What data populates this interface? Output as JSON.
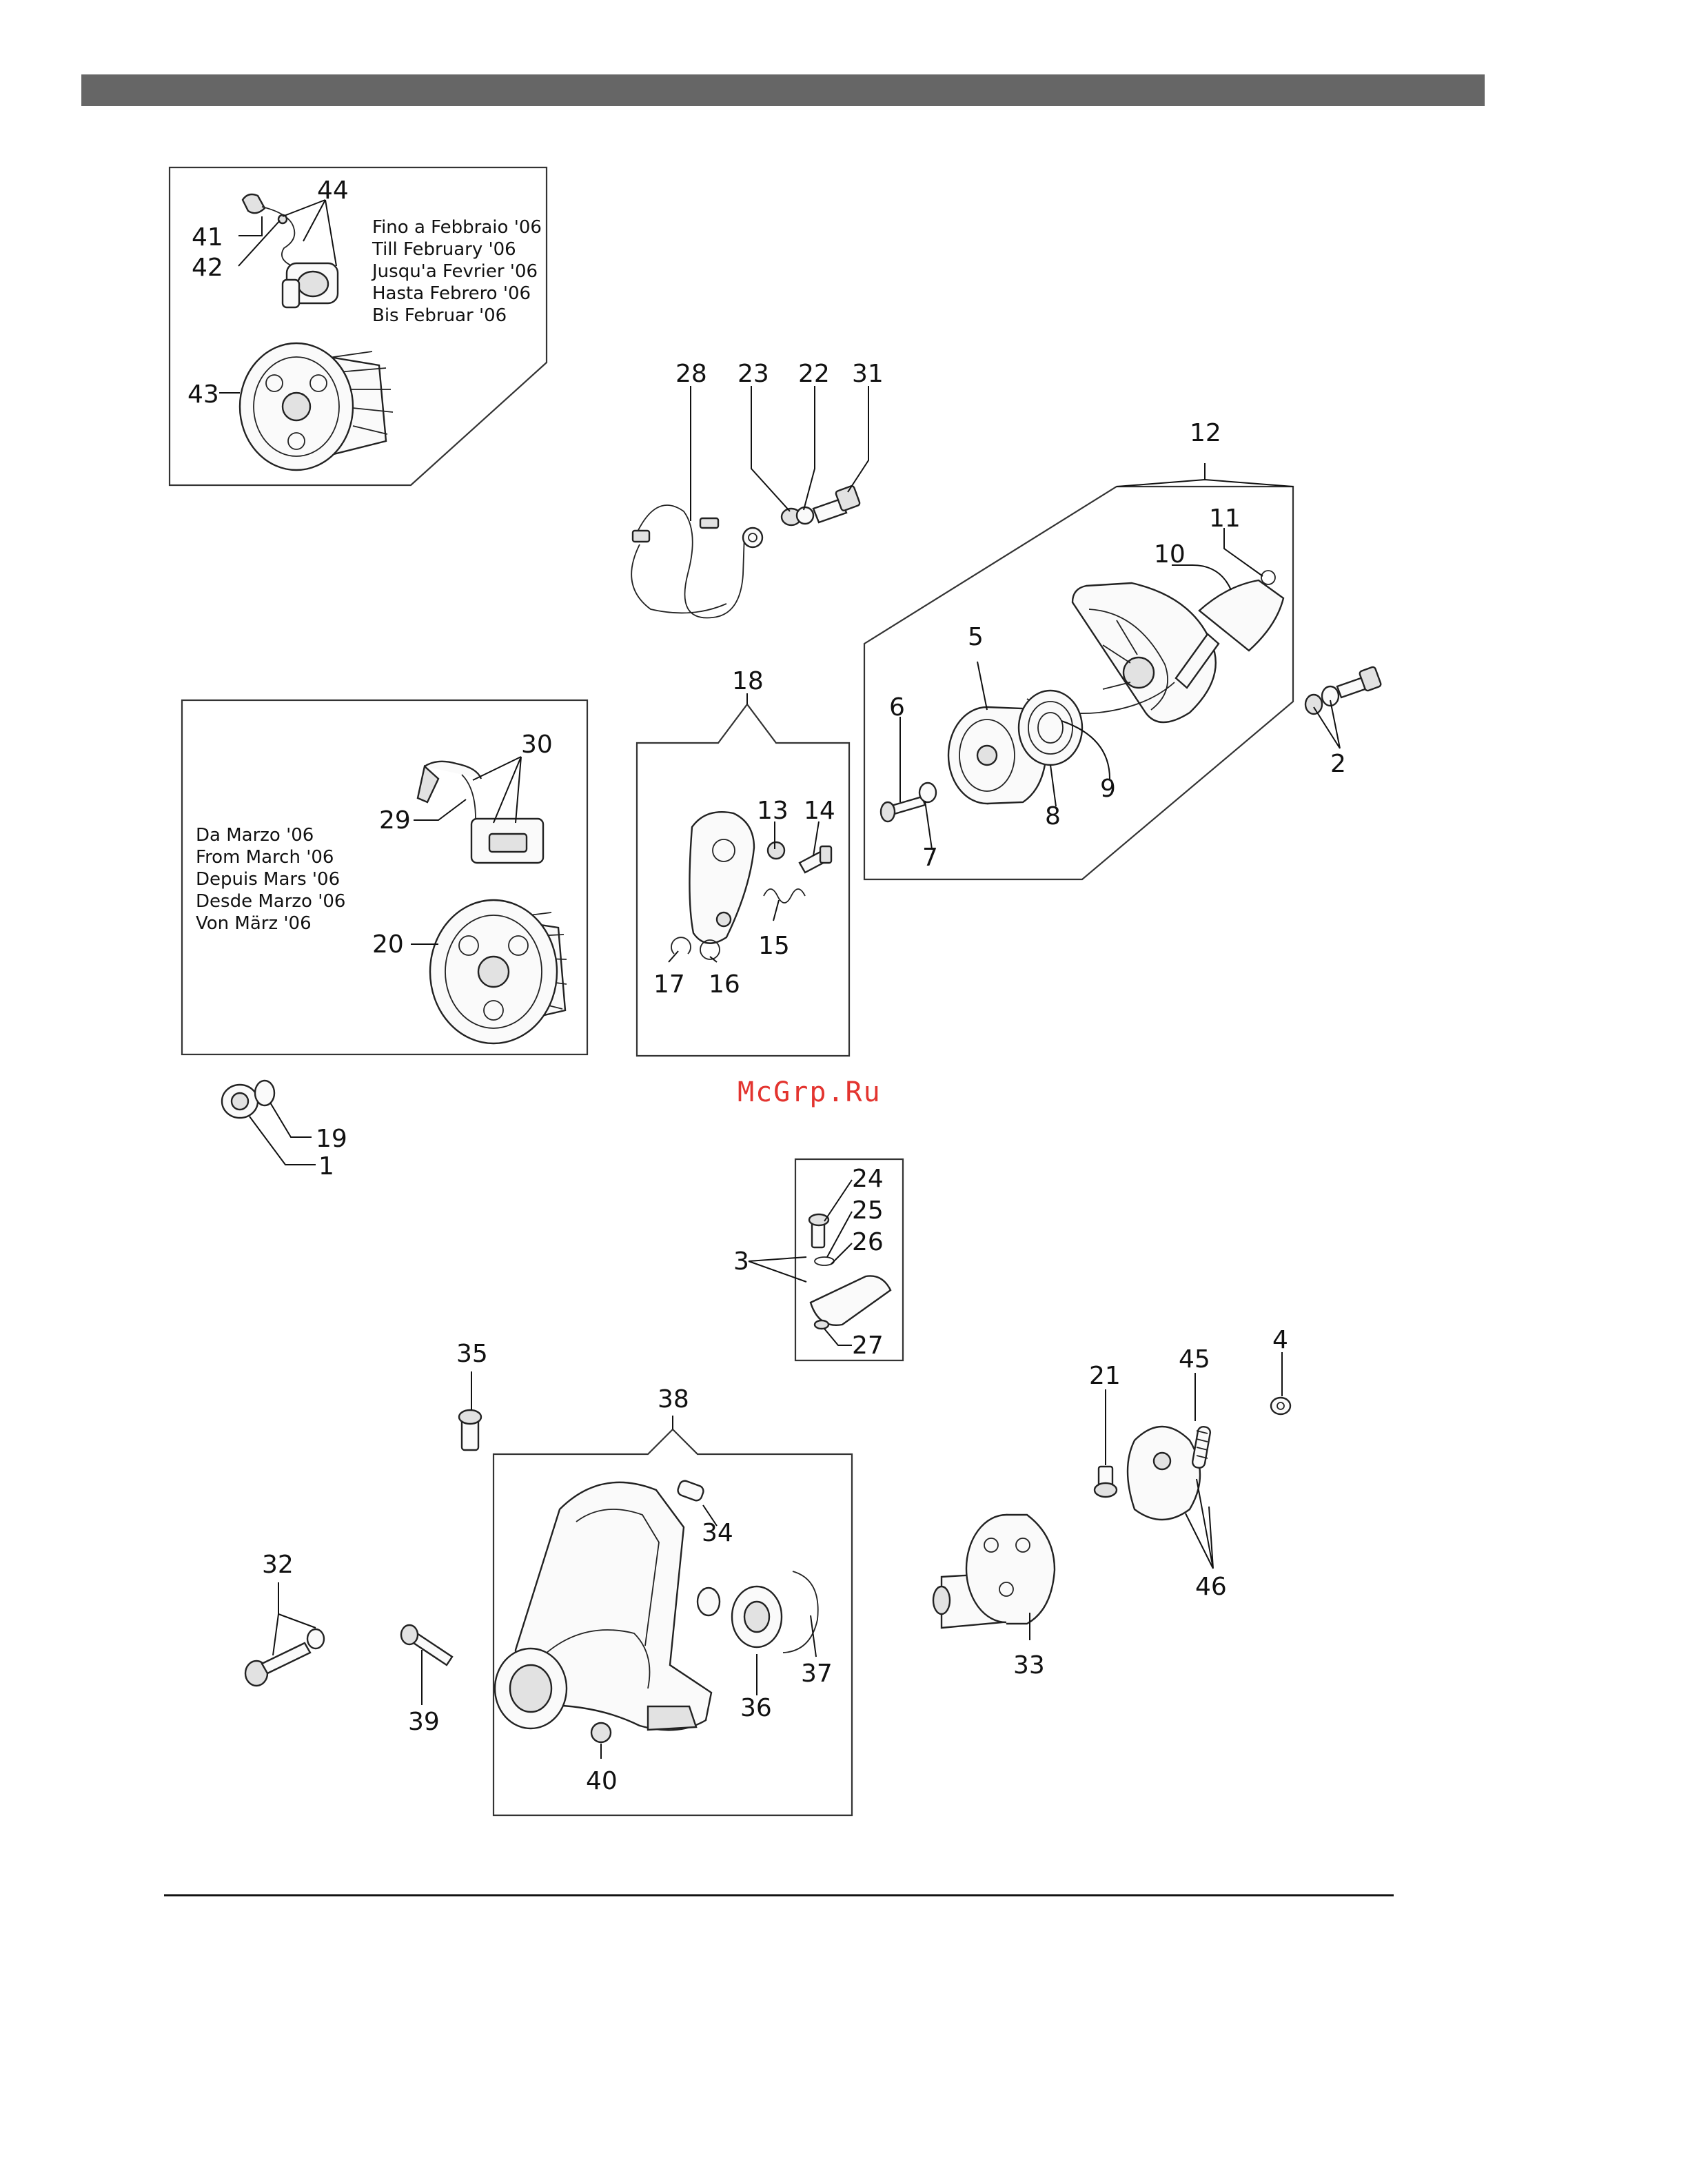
{
  "watermark": "McGrp.Ru",
  "notes": {
    "till_feb_06": [
      "Fino a Febbraio '06",
      "Till February '06",
      "Jusqu'a Fevrier '06",
      "Hasta Febrero '06",
      "Bis Februar '06"
    ],
    "from_mar_06": [
      "Da Marzo '06",
      "From March '06",
      "Depuis Mars '06",
      "Desde Marzo '06",
      "Von März '06"
    ]
  },
  "callouts": {
    "c1": "1",
    "c2": "2",
    "c3": "3",
    "c4": "4",
    "c5": "5",
    "c6": "6",
    "c7": "7",
    "c8": "8",
    "c9": "9",
    "c10": "10",
    "c11": "11",
    "c12": "12",
    "c13": "13",
    "c14": "14",
    "c15": "15",
    "c16": "16",
    "c17": "17",
    "c18": "18",
    "c19": "19",
    "c20": "20",
    "c21": "21",
    "c22": "22",
    "c23": "23",
    "c24": "24",
    "c25": "25",
    "c26": "26",
    "c27": "27",
    "c28": "28",
    "c29": "29",
    "c30": "30",
    "c31": "31",
    "c32": "32",
    "c33": "33",
    "c34": "34",
    "c35": "35",
    "c36": "36",
    "c37": "37",
    "c38": "38",
    "c39": "39",
    "c40": "40",
    "c41": "41",
    "c42": "42",
    "c43": "43",
    "c44": "44",
    "c45": "45",
    "c46": "46"
  }
}
